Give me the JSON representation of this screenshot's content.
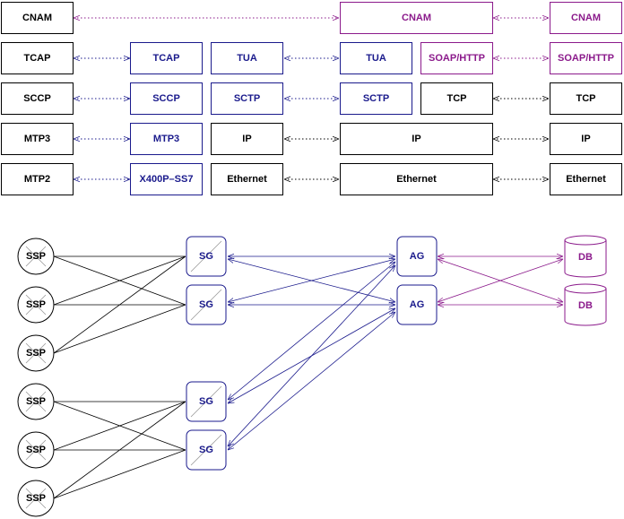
{
  "colors": {
    "black": "#000000",
    "blue": "#1a1a8c",
    "purple": "#8b1a8b"
  },
  "stack": {
    "ssp_column": {
      "cnam": "CNAM",
      "tcap": "TCAP",
      "sccp": "SCCP",
      "mtp3": "MTP3",
      "mtp2": "MTP2"
    },
    "sg_ss7_column": {
      "tcap": "TCAP",
      "sccp": "SCCP",
      "mtp3": "MTP3",
      "x400p": "X400P–SS7"
    },
    "sg_ip_column": {
      "tua": "TUA",
      "sctp": "SCTP",
      "ip": "IP",
      "ethernet": "Ethernet"
    },
    "ag_column": {
      "cnam": "CNAM",
      "tua": "TUA",
      "soap": "SOAP/HTTP",
      "sctp": "SCTP",
      "tcp": "TCP",
      "ip": "IP",
      "ethernet": "Ethernet"
    },
    "db_column": {
      "cnam": "CNAM",
      "soap": "SOAP/HTTP",
      "tcp": "TCP",
      "ip": "IP",
      "ethernet": "Ethernet"
    }
  },
  "network": {
    "ssp_label": "SSP",
    "sg_label": "SG",
    "ag_label": "AG",
    "db_label": "DB"
  }
}
